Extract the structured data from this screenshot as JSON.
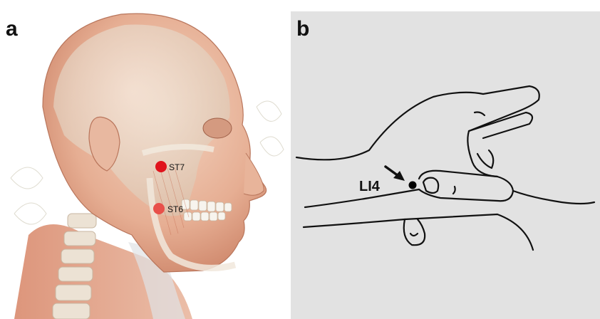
{
  "panels": [
    {
      "letter": "a"
    },
    {
      "letter": "b"
    }
  ],
  "points": {
    "st7": {
      "label": "ST7",
      "color": "#e0131c"
    },
    "st6": {
      "label": "ST6",
      "color": "#e8504a"
    },
    "li4": {
      "label": "LI4",
      "color": "#000000"
    }
  }
}
